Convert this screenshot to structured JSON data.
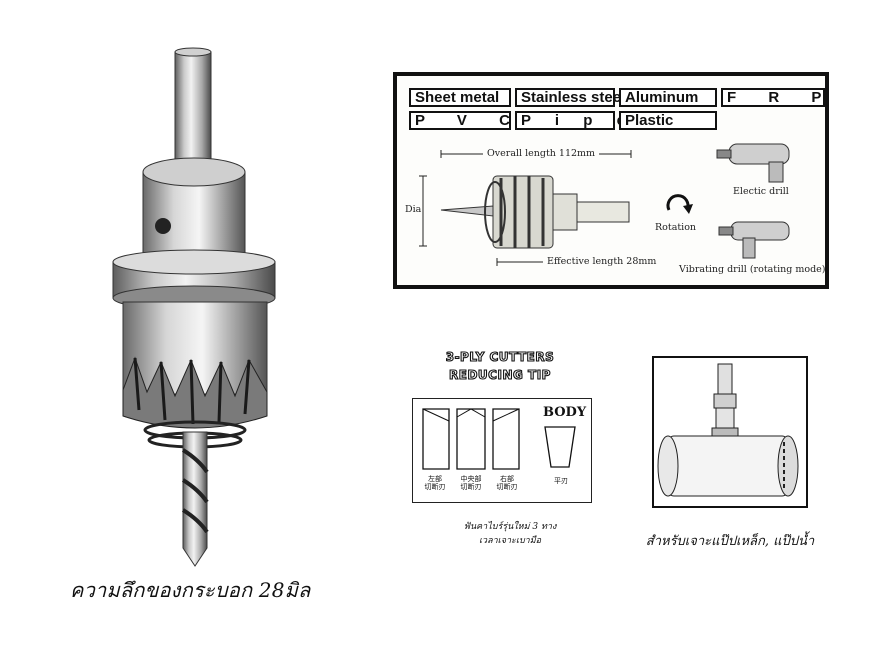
{
  "caption_main": "ความลึกของกระบอก 28มิล",
  "materials": [
    "Sheet metal",
    "Stainless steel",
    "Aluminum",
    "F R P",
    "P V C",
    "P i p e",
    "Plastic"
  ],
  "spec": {
    "overall_length": "Overall length 112mm",
    "dia": "Dia",
    "effective_length": "Effective length 28mm",
    "rotation": "Rotation",
    "electric_drill": "Electic drill",
    "vibrating_drill": "Vibrating drill (rotating mode)"
  },
  "ply": {
    "title_line1": "3-PLY CUTTERS",
    "title_line2": "REDUCING TIP",
    "body_label": "BODY",
    "tip_left": "左部\n切断刃",
    "tip_center": "中央部\n切断刃",
    "tip_right": "右部\n切断刃",
    "body_tip": "平刃",
    "caption_line1": "ฟันคาไบร์รุ่นใหม่ 3 ทาง",
    "caption_line2": "เวลาเจาะเบามือ"
  },
  "pipe_caption": "สำหรับเจาะแป๊ปเหล็ก, แป๊ปน้ำ",
  "colors": {
    "metal_light": "#e4e4e4",
    "metal_dark": "#6b6b6b",
    "outline": "#111111",
    "paper": "#fdfdfb"
  }
}
